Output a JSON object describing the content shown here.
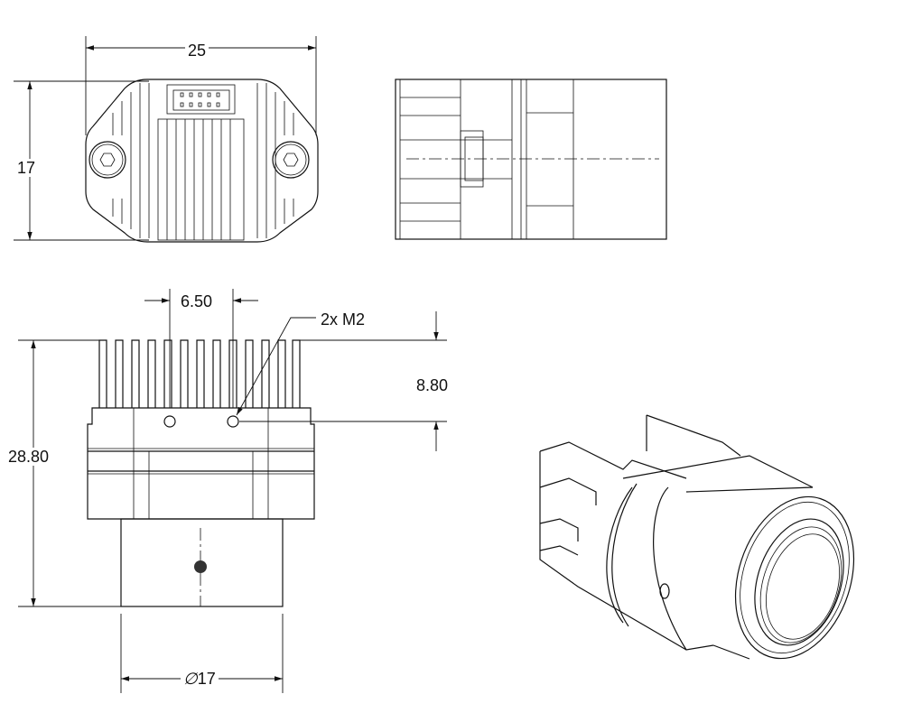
{
  "drawing": {
    "dimensions": {
      "top_width": "25",
      "top_height": "17",
      "hole_spacing": "6.50",
      "thread_callout": "2x M2",
      "hole_depth": "8.80",
      "overall_height": "28.80",
      "diameter": "17",
      "diameter_symbol": "∅"
    },
    "views": [
      "top-view",
      "side-view",
      "front-view",
      "isometric-view"
    ]
  }
}
